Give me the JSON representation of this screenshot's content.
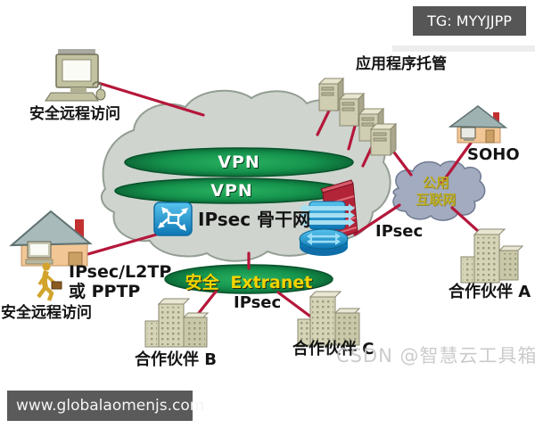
{
  "badge": {
    "label": "TG: MYYJJPP",
    "bg": "#565656"
  },
  "footer_bar": {
    "label": "www.globalaomenjs.com",
    "bg": "#5a5a5a"
  },
  "watermark": {
    "label": "CSDN @智慧云工具箱"
  },
  "nodes": {
    "remote_pc": {
      "label": "安全远程访问"
    },
    "app_hosting": {
      "label": "应用程序托管"
    },
    "soho": {
      "label": "SOHO"
    },
    "home_office": {
      "line1": "IPsec/L2TP",
      "line2": "或 PPTP",
      "label": "安全远程访问"
    },
    "partner_a": {
      "label": "合作伙伴 A"
    },
    "partner_b": {
      "label": "合作伙伴 B"
    },
    "partner_c": {
      "label": "合作伙伴 C"
    }
  },
  "clouds": {
    "backbone": {
      "vpn_top": "VPN",
      "vpn_bottom": "VPN",
      "label": "IPsec 骨干网"
    },
    "public_internet": {
      "line1": "公用",
      "line2": "互联网"
    }
  },
  "extranet": {
    "cn": "安全",
    "en": "Extranet"
  },
  "links": {
    "ipsec_right": "IPsec",
    "ipsec_bottom": "IPsec"
  },
  "colors": {
    "line": "#b5173a",
    "vpn_green": "#15934d",
    "cloud_gray": "#cfd4cf",
    "public_cloud": "#a2abc0",
    "public_cloud_text": "#bfae22",
    "extranet_yellow": "#f2d400",
    "device_blue": "#1b8cc8",
    "firewall_red": "#b22438",
    "building_tan": "#d6d4b6"
  },
  "connections": [
    "remote-pc — backbone-cloud",
    "app-server-1 — backbone-cloud",
    "app-server-2 — backbone-cloud",
    "app-server-3 — backbone-cloud",
    "app-server-4 — public-internet-cloud",
    "home-office — backbone-router",
    "backbone-cloud — secure-extranet",
    "secure-extranet — partner-b",
    "secure-extranet — partner-c",
    "backbone-router-disc — public-internet-cloud",
    "soho — public-internet-cloud",
    "public-internet-cloud — partner-a"
  ]
}
